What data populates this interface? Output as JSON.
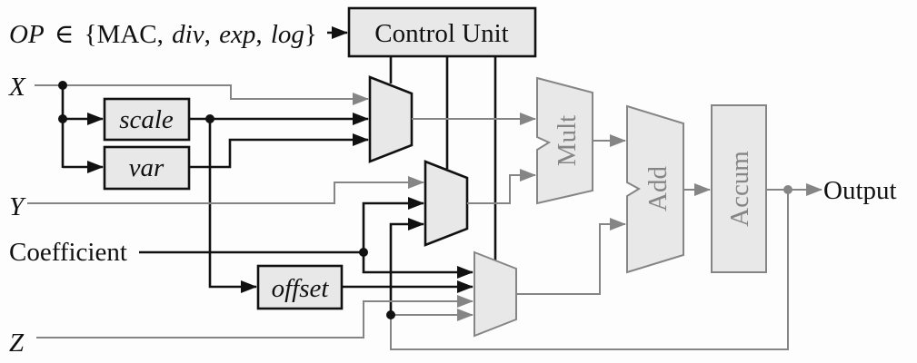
{
  "title_op_expression": {
    "op_symbol": "OP",
    "element_of": "∈",
    "set_open": "{",
    "ops": [
      "MAC",
      "div",
      "exp",
      "log"
    ],
    "set_close": "}"
  },
  "blocks": {
    "control_unit": "Control Unit",
    "scale": "scale",
    "var": "var",
    "offset": "offset",
    "mult": "Mult",
    "add": "Add",
    "accum": "Accum"
  },
  "inputs": {
    "x": "X",
    "y": "Y",
    "coefficient": "Coefficient",
    "z": "Z"
  },
  "outputs": {
    "output": "Output"
  },
  "colors": {
    "active_path": "#111111",
    "inactive_path": "#858585",
    "block_fill": "#e8e8e8"
  }
}
